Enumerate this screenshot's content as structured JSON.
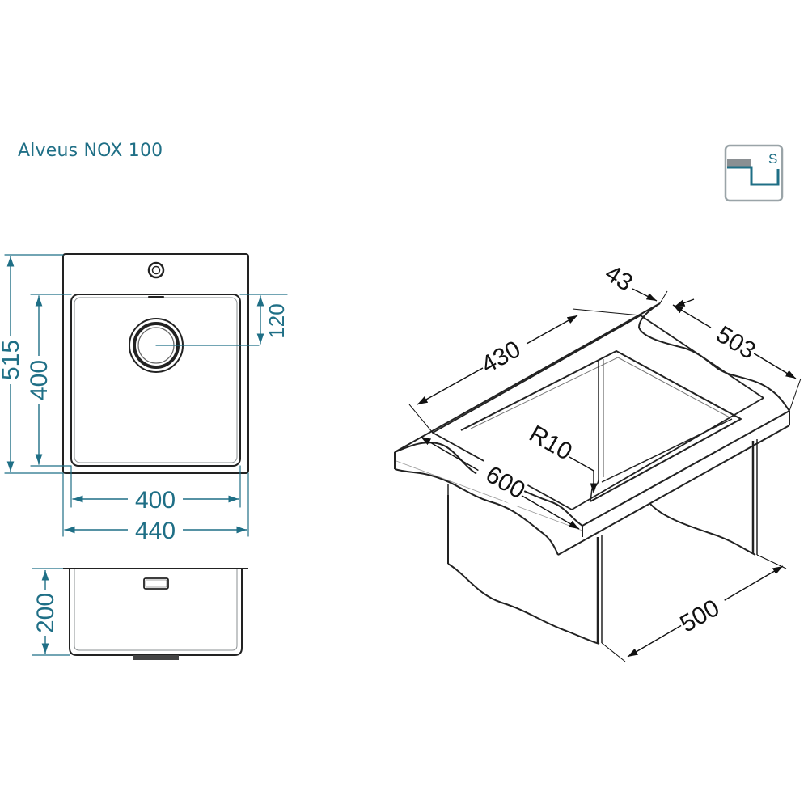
{
  "title": "Alveus NOX 100",
  "installation_icon": {
    "letter": "S",
    "name": "undermount-installation-icon"
  },
  "top_view": {
    "overall_depth": "515",
    "bowl_depth": "400",
    "drain_offset": "120",
    "bowl_width": "400",
    "overall_width": "440"
  },
  "front_view": {
    "bowl_height": "200"
  },
  "iso_view": {
    "bowl_length": "430",
    "edge_gap": "43",
    "cabinet_depth": "503",
    "corner_radius": "R10",
    "cabinet_width": "600",
    "floor_depth": "500"
  },
  "colors": {
    "accent": "#1f6f86",
    "line": "#222222",
    "light_line": "#9aa4a8"
  }
}
